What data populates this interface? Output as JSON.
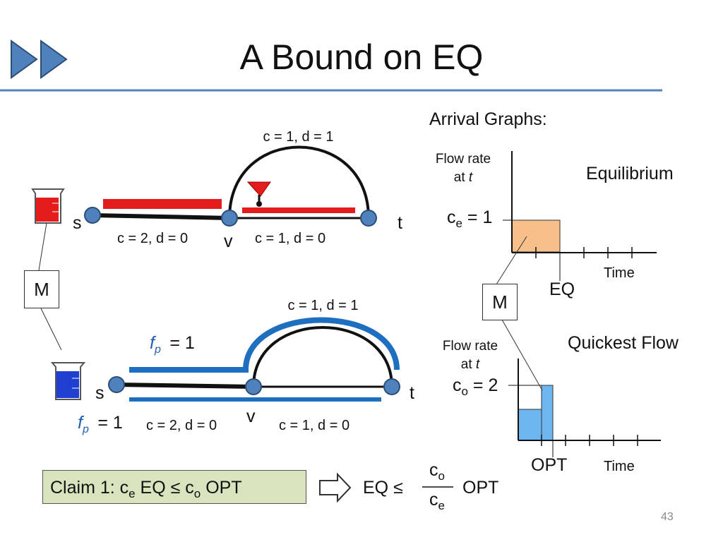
{
  "title": "A Bound on EQ",
  "page_number": "43",
  "colors": {
    "accent_blue": "#4f81bd",
    "flow_red": "#e41c1c",
    "flow_blue": "#1f6fc1",
    "equilibrium_fill": "#f7c08a",
    "quickest_fill": "#6db6f0",
    "claim_bg": "#d7e4bd"
  },
  "top_graph": {
    "arc_label": "c = 1, d = 1",
    "edge_sv_label": "c = 2, d = 0",
    "edge_vt_label": "c = 1, d = 0",
    "node_s": "s",
    "node_v": "v",
    "node_t": "t"
  },
  "bottom_graph": {
    "arc_label": "c = 1, d = 1",
    "edge_sv_label": "c = 2, d = 0",
    "edge_vt_label": "c = 1, d = 0",
    "node_s": "s",
    "node_v": "v",
    "node_t": "t",
    "fp_top": {
      "var": "f",
      "sub": "p",
      "value": "= 1"
    },
    "fp_bottom": {
      "var": "f",
      "sub": "p",
      "value": "= 1"
    }
  },
  "left_box": "M",
  "right_box": "M",
  "arrival": {
    "heading": "Arrival Graphs:",
    "eq_chart": {
      "y_label_line1": "Flow rate",
      "y_label_line2": "at ",
      "y_label_var": "t",
      "title": "Equilibrium",
      "ce_label": "c",
      "ce_sub": "e",
      "ce_value": " = 1",
      "marker": "EQ",
      "x_label": "Time"
    },
    "qf_chart": {
      "y_label_line1": "Flow rate",
      "y_label_line2": "at ",
      "y_label_var": "t",
      "title": "Quickest Flow",
      "co_label": "c",
      "co_sub": "o",
      "co_value": " = 2",
      "marker": "OPT",
      "x_label": "Time"
    }
  },
  "claim": {
    "prefix": "Claim 1:   c",
    "sub1": "e",
    "mid": " EQ  ≤  c",
    "sub2": "o",
    "suffix": " OPT"
  },
  "conclusion": {
    "lhs": "EQ  ≤",
    "num": "c",
    "num_sub": "o",
    "den": "c",
    "den_sub": "e",
    "rhs": "OPT"
  }
}
